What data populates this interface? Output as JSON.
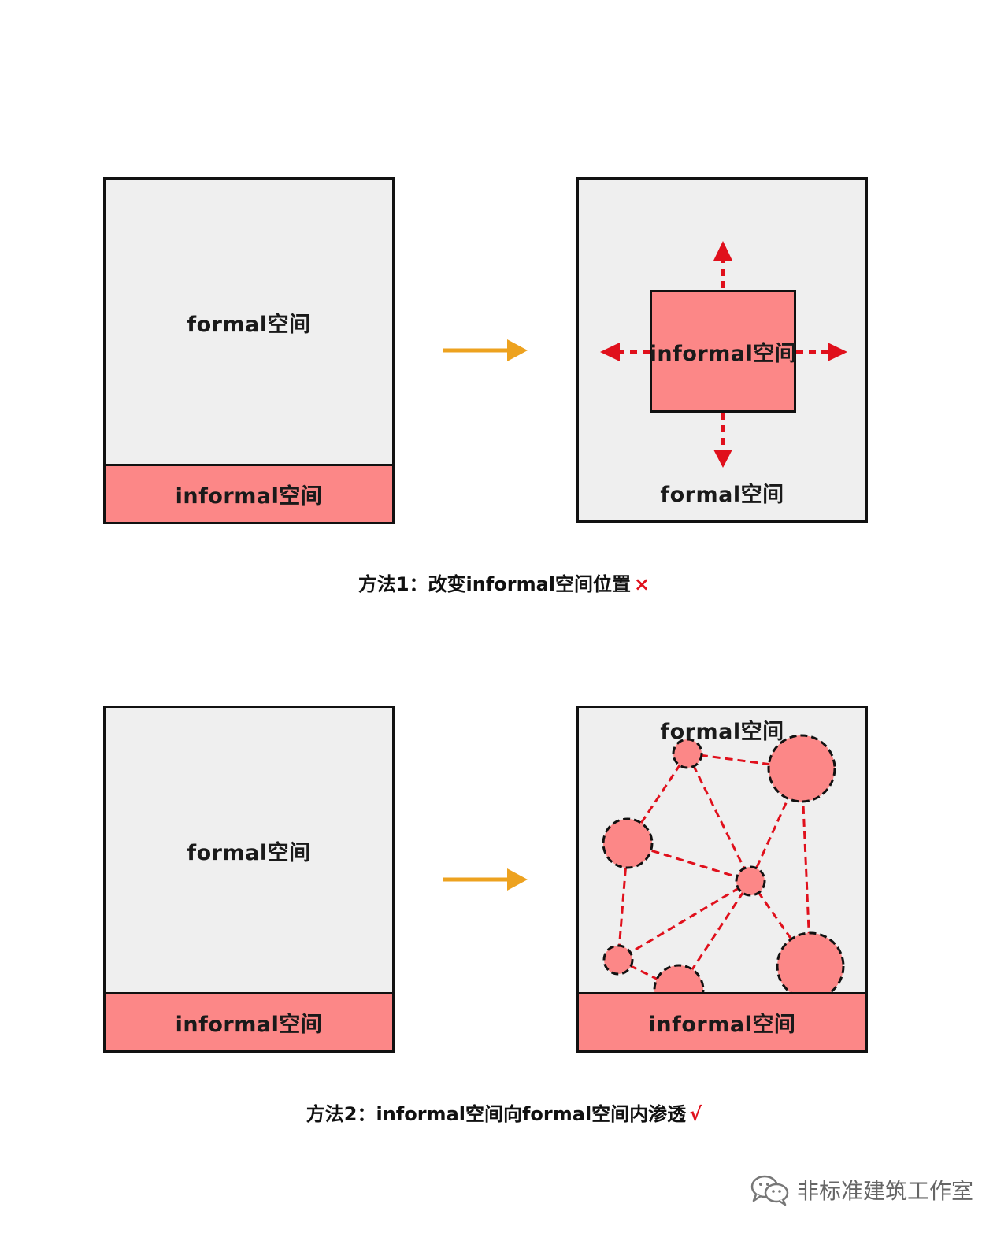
{
  "row1": {
    "left": {
      "formal": "formal空间",
      "informal": "informal空间"
    },
    "right": {
      "informal": "informal空间",
      "formal": "formal空间"
    },
    "caption": {
      "text": "方法1：改变informal空间位置",
      "mark": "×"
    }
  },
  "row2": {
    "left": {
      "formal": "formal空间",
      "informal": "informal空间"
    },
    "right": {
      "formal": "formal空间",
      "informal": "informal空间"
    },
    "caption": {
      "text": "方法2：informal空间向formal空间内渗透",
      "mark": "√"
    }
  },
  "watermark": {
    "text": "非标准建筑工作室",
    "icon": "wechat-icon"
  },
  "colors": {
    "formal_fill": "#efefef",
    "informal_fill": "#fc8787",
    "outline": "#111111",
    "transform_arrow": "#eda21f",
    "dashed_red": "#e0101c"
  }
}
